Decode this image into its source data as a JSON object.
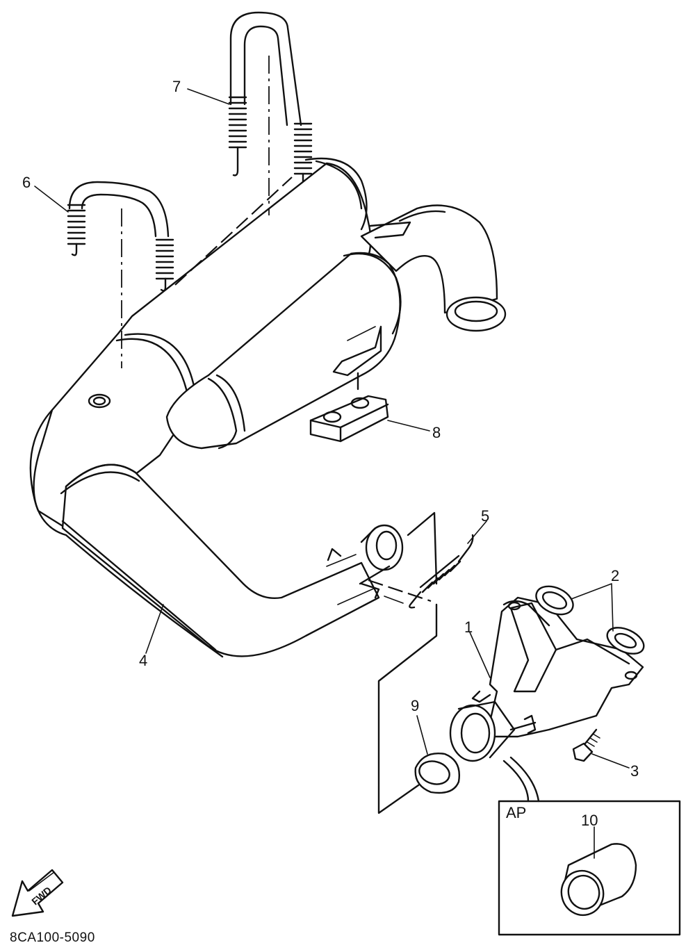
{
  "diagram": {
    "drawing_code": "8CA100-5090",
    "fwd_label": "FWD",
    "inset_label": "AP",
    "callouts": [
      {
        "id": "1",
        "label": "1"
      },
      {
        "id": "2",
        "label": "2"
      },
      {
        "id": "3",
        "label": "3"
      },
      {
        "id": "4",
        "label": "4"
      },
      {
        "id": "5",
        "label": "5"
      },
      {
        "id": "6",
        "label": "6"
      },
      {
        "id": "7",
        "label": "7"
      },
      {
        "id": "8",
        "label": "8"
      },
      {
        "id": "9",
        "label": "9"
      },
      {
        "id": "10",
        "label": "10"
      }
    ]
  }
}
